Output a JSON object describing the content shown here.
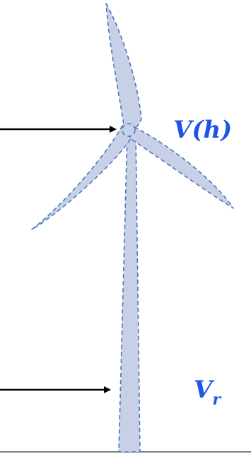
{
  "labels": {
    "hub_speed": {
      "main": "V(h)"
    },
    "reference_speed": {
      "main": "V",
      "subscript": "r"
    }
  },
  "colors": {
    "label": "#1f55e6",
    "turbine_fill": "#c8d0e8",
    "turbine_outline": "#4a78b8",
    "arrow": "#000000",
    "ground": "#808080"
  },
  "icons": {
    "arrow": "right-arrow",
    "turbine": "wind-turbine"
  }
}
